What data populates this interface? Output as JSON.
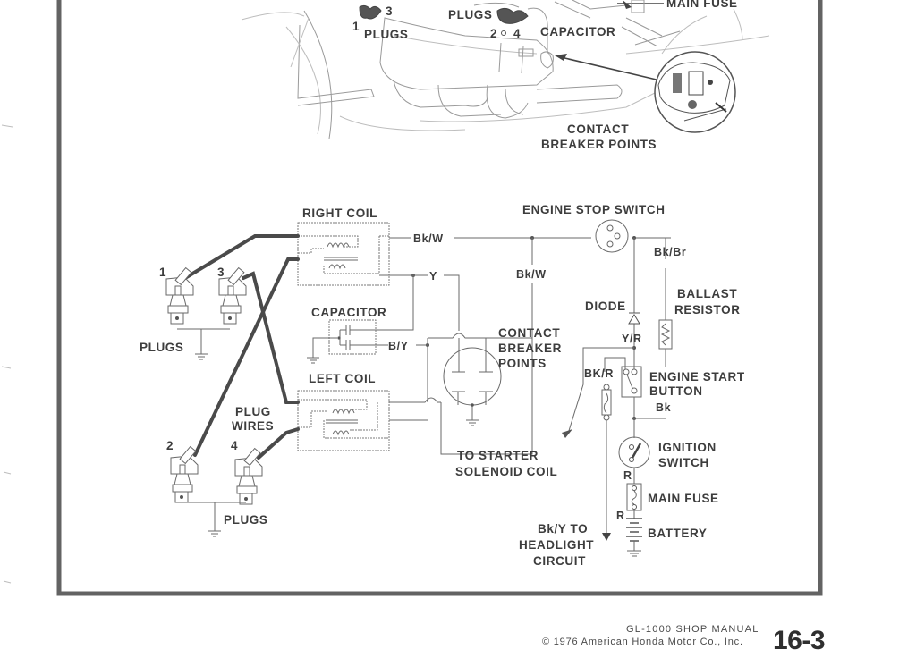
{
  "page": {
    "footer": {
      "manual": "GL-1000 SHOP MANUAL",
      "copyright": "© 1976 American Honda Motor Co., Inc.",
      "page_number": "16-3"
    }
  },
  "illustration": {
    "labels": {
      "plugs_1_3": "PLUGS",
      "plug_num_1": "1",
      "plug_num_3": "3",
      "plugs_2_4": "PLUGS",
      "plug_num_2": "2",
      "plug_num_4": "4",
      "capacitor": "CAPACITOR",
      "main_fuse": "MAIN FUSE",
      "contact_breaker_1": "CONTACT",
      "contact_breaker_2": "BREAKER POINTS"
    }
  },
  "schematic": {
    "components": {
      "right_coil": "RIGHT COIL",
      "left_coil": "LEFT COIL",
      "capacitor": "CAPACITOR",
      "engine_stop_switch": "ENGINE STOP SWITCH",
      "contact_breaker": [
        "CONTACT",
        "BREAKER",
        "POINTS"
      ],
      "diode": "DIODE",
      "ballast_resistor": [
        "BALLAST",
        "RESISTOR"
      ],
      "engine_start_button": [
        "ENGINE START",
        "BUTTON"
      ],
      "ignition_switch": [
        "IGNITION",
        "SWITCH"
      ],
      "main_fuse": "MAIN FUSE",
      "battery": "BATTERY",
      "plugs_top": "PLUGS",
      "plugs_bottom": "PLUGS",
      "plug_wires": [
        "PLUG",
        "WIRES"
      ],
      "to_starter": [
        "TO STARTER",
        "SOLENOID COIL"
      ],
      "headlight": [
        "Bk/Y TO",
        "HEADLIGHT",
        "CIRCUIT"
      ]
    },
    "plug_numbers": [
      "1",
      "3",
      "2",
      "4"
    ],
    "wire_colors": {
      "bk_w_top": "Bk/W",
      "bk_w_mid": "Bk/W",
      "y": "Y",
      "b_y": "B/Y",
      "bk_br": "Bk/Br",
      "y_r": "Y/R",
      "bk_r": "BK/R",
      "bk": "Bk",
      "r_top": "R",
      "r_bottom": "R"
    }
  }
}
